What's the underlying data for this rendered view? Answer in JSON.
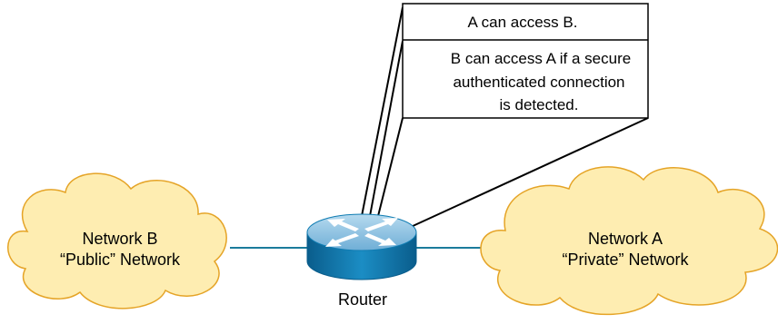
{
  "callout": {
    "line1": "A can access B.",
    "line2": "B can access A if a secure",
    "line3": "authenticated connection",
    "line4": "is detected."
  },
  "network_b": {
    "name": "Network B",
    "type": "“Public” Network"
  },
  "network_a": {
    "name": "Network A",
    "type": "“Private” Network"
  },
  "router": {
    "label": "Router"
  },
  "colors": {
    "cloud_fill": "#FEEDB1",
    "cloud_stroke": "#E5A427",
    "link": "#1B7B9C",
    "router_top": "#8FC1DF",
    "router_body": "#0F7CB2"
  },
  "icons": {
    "router": "router-icon"
  }
}
